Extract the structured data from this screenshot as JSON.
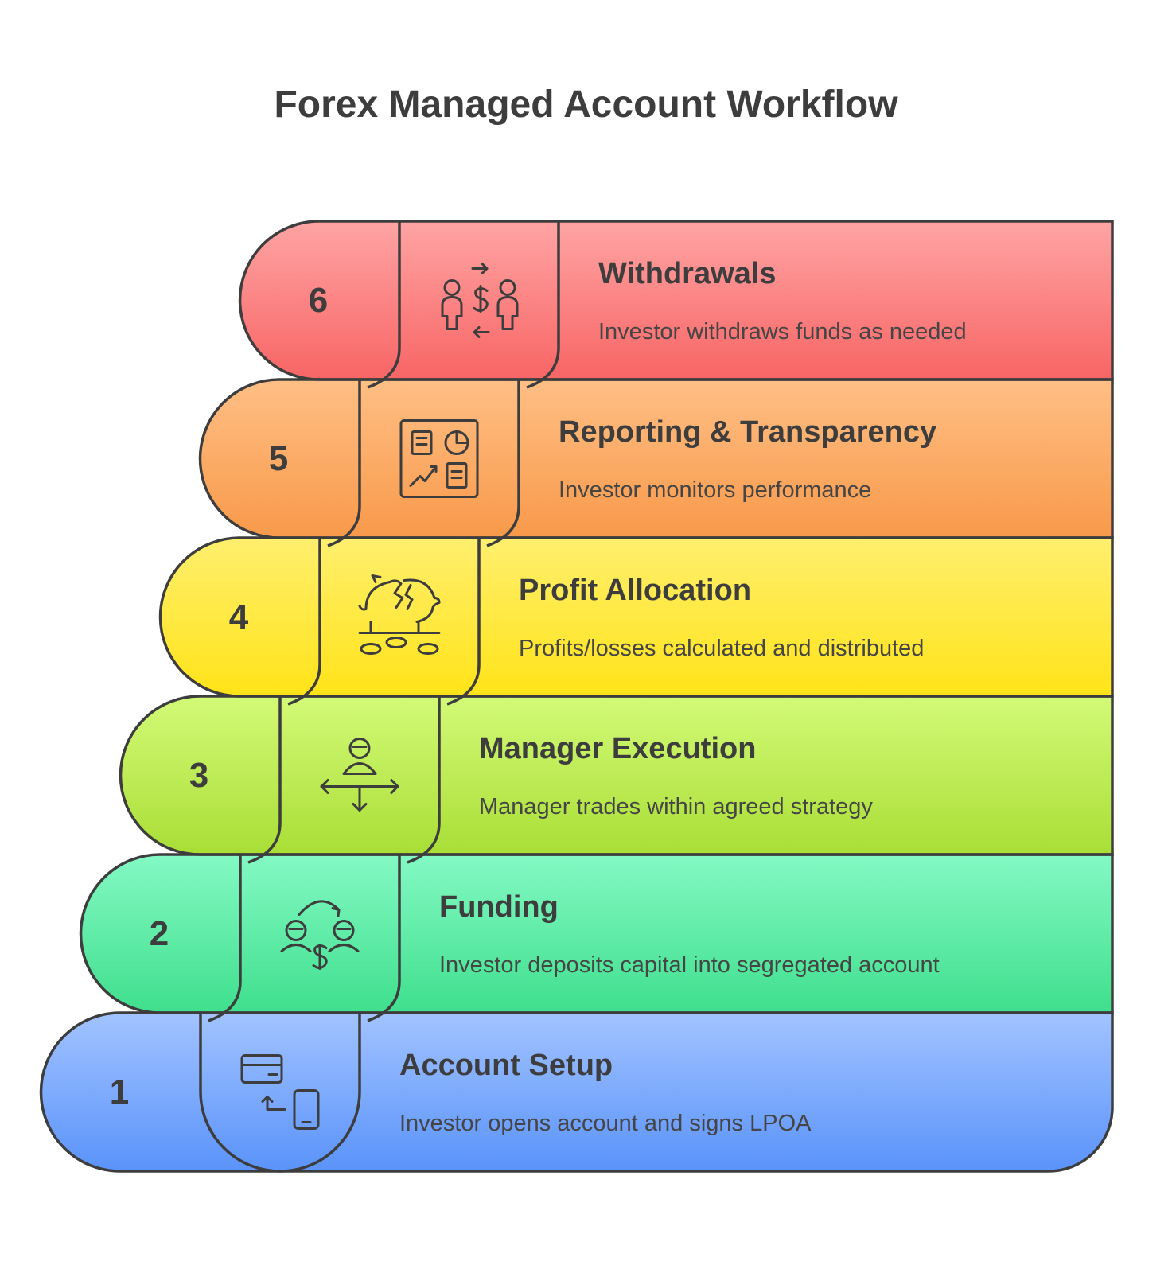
{
  "title": "Forex Managed Account Workflow",
  "steps": [
    {
      "number": "1",
      "title": "Account Setup",
      "description": "Investor opens account and signs LPOA",
      "icon": "card-phone-transfer-icon",
      "color_top": "#a2c3ff",
      "color_bottom": "#5a93fa"
    },
    {
      "number": "2",
      "title": "Funding",
      "description": "Investor deposits capital into segregated account",
      "icon": "people-money-transfer-icon",
      "color_top": "#84f9c4",
      "color_bottom": "#3fdf8d"
    },
    {
      "number": "3",
      "title": "Manager Execution",
      "description": "Manager trades within agreed strategy",
      "icon": "manager-directions-icon",
      "color_top": "#d3fa77",
      "color_bottom": "#a9de36"
    },
    {
      "number": "4",
      "title": "Profit Allocation",
      "description": "Profits/losses calculated and distributed",
      "icon": "broken-piggy-bank-icon",
      "color_top": "#ffef6e",
      "color_bottom": "#ffe318"
    },
    {
      "number": "5",
      "title": "Reporting & Transparency",
      "description": "Investor monitors performance",
      "icon": "dashboard-report-icon",
      "color_top": "#ffbf85",
      "color_bottom": "#f8994a"
    },
    {
      "number": "6",
      "title": "Withdrawals",
      "description": "Investor withdraws funds as needed",
      "icon": "people-exchange-funds-icon",
      "color_top": "#ffa4a4",
      "color_bottom": "#f86565"
    }
  ]
}
